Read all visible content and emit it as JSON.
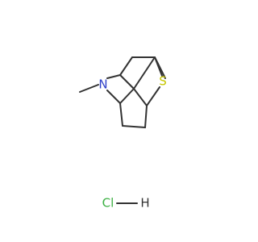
{
  "molecule": {
    "atoms": {
      "nitrogen": {
        "label": "N",
        "color": "#2d3fc8"
      },
      "sulfur": {
        "label": "S",
        "color": "#c6c600"
      },
      "chlorine": {
        "label": "Cl",
        "color": "#3cb043"
      },
      "hydrogen": {
        "label": "H",
        "color": "#333333"
      }
    },
    "bond_color": "#333333",
    "background": "#ffffff"
  }
}
